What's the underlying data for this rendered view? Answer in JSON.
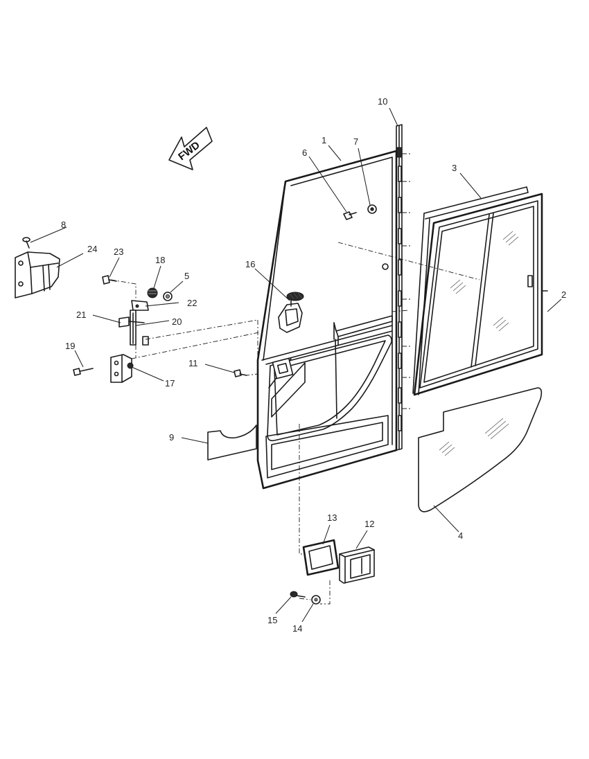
{
  "direction_arrow": {
    "label": "FWD"
  },
  "callouts": [
    {
      "id": "label-1",
      "text": "1"
    },
    {
      "id": "label-2",
      "text": "2"
    },
    {
      "id": "label-3",
      "text": "3"
    },
    {
      "id": "label-4",
      "text": "4"
    },
    {
      "id": "label-5",
      "text": "5"
    },
    {
      "id": "label-6",
      "text": "6"
    },
    {
      "id": "label-7",
      "text": "7"
    },
    {
      "id": "label-8",
      "text": "8"
    },
    {
      "id": "label-9",
      "text": "9"
    },
    {
      "id": "label-10",
      "text": "10"
    },
    {
      "id": "label-11",
      "text": "11"
    },
    {
      "id": "label-12",
      "text": "12"
    },
    {
      "id": "label-13",
      "text": "13"
    },
    {
      "id": "label-14",
      "text": "14"
    },
    {
      "id": "label-15",
      "text": "15"
    },
    {
      "id": "label-16",
      "text": "16"
    },
    {
      "id": "label-17",
      "text": "17"
    },
    {
      "id": "label-18",
      "text": "18"
    },
    {
      "id": "label-19",
      "text": "19"
    },
    {
      "id": "label-20",
      "text": "20"
    },
    {
      "id": "label-21",
      "text": "21"
    },
    {
      "id": "label-22",
      "text": "22"
    },
    {
      "id": "label-23",
      "text": "23"
    },
    {
      "id": "label-24",
      "text": "24"
    }
  ]
}
